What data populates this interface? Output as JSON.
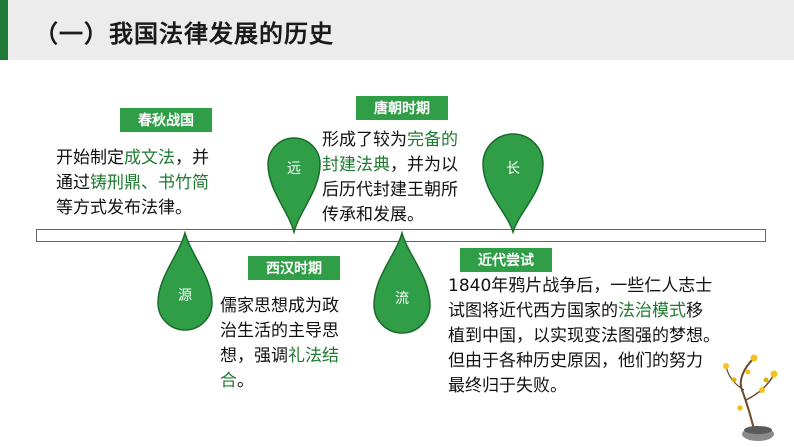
{
  "header": {
    "title": "（一）我国法律发展的历史"
  },
  "colors": {
    "green": "#2f9e47",
    "dark_green": "#1a6b2c",
    "highlight": "#1f7a30"
  },
  "periods": [
    {
      "label": "春秋战国",
      "pin_char": "源",
      "text": [
        "开始制定",
        {
          "hl": "成文法"
        },
        "，并",
        {
          "br": true
        },
        "通过",
        {
          "hl": "铸刑鼎、书竹简"
        },
        {
          "br": true
        },
        "等方式发布法律。"
      ]
    },
    {
      "label": "西汉时期",
      "pin_char": "远",
      "text": [
        "儒家思想成为政",
        {
          "br": true
        },
        "治生活的主导思",
        {
          "br": true
        },
        "想，强调",
        {
          "hl": "礼法结"
        },
        {
          "br": true
        },
        {
          "hl": "合"
        },
        "。"
      ]
    },
    {
      "label": "唐朝时期",
      "pin_char": "流",
      "text": [
        "形成了较为",
        {
          "hl": "完备的"
        },
        {
          "br": true
        },
        {
          "hl": "封建法典"
        },
        "，并为以",
        {
          "br": true
        },
        "后历代封建王朝所",
        {
          "br": true
        },
        "传承和发展。"
      ]
    },
    {
      "label": "近代尝试",
      "pin_char": "长",
      "text": [
        "1840年鸦片战争后，一些仁人志士",
        {
          "br": true
        },
        "试图将近代西方国家的",
        {
          "hl": "法治模式"
        },
        "移",
        {
          "br": true
        },
        "植到中国，以实现变法图强的梦想。",
        {
          "br": true
        },
        "但由于各种历史原因，他们的努力",
        {
          "br": true
        },
        "最终归于失败。"
      ]
    }
  ]
}
